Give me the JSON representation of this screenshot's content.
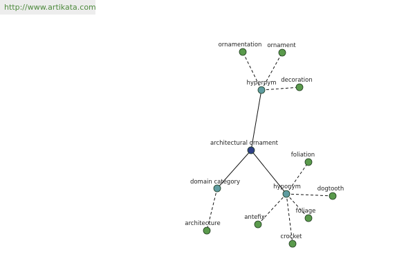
{
  "site": {
    "url": "http://www.artikata.com"
  },
  "graph": {
    "colors": {
      "center": "#2f3f86",
      "relation": "#5f9ca0",
      "leaf": "#5a9a4c",
      "edge": "#111111",
      "node_stroke": "#1e3a1e"
    },
    "nodes": [
      {
        "id": "architectural-ornament",
        "label": "architectural ornament",
        "kind": "center"
      },
      {
        "id": "hypernym",
        "label": "hypernym",
        "kind": "relation"
      },
      {
        "id": "domain-category",
        "label": "domain category",
        "kind": "relation"
      },
      {
        "id": "hyponym",
        "label": "hyponym",
        "kind": "relation"
      },
      {
        "id": "ornamentation",
        "label": "ornamentation",
        "kind": "leaf"
      },
      {
        "id": "ornament",
        "label": "ornament",
        "kind": "leaf"
      },
      {
        "id": "decoration",
        "label": "decoration",
        "kind": "leaf"
      },
      {
        "id": "architecture",
        "label": "architecture",
        "kind": "leaf"
      },
      {
        "id": "foliation",
        "label": "foliation",
        "kind": "leaf"
      },
      {
        "id": "dogtooth",
        "label": "dogtooth",
        "kind": "leaf"
      },
      {
        "id": "foliage",
        "label": "foliage",
        "kind": "leaf"
      },
      {
        "id": "crocket",
        "label": "crocket",
        "kind": "leaf"
      },
      {
        "id": "antefix",
        "label": "antefix",
        "kind": "leaf"
      }
    ],
    "edges": [
      {
        "from": "architectural-ornament",
        "to": "hypernym",
        "style": "solid"
      },
      {
        "from": "architectural-ornament",
        "to": "domain-category",
        "style": "solid"
      },
      {
        "from": "architectural-ornament",
        "to": "hyponym",
        "style": "solid"
      },
      {
        "from": "hypernym",
        "to": "ornamentation",
        "style": "dashed"
      },
      {
        "from": "hypernym",
        "to": "ornament",
        "style": "dashed"
      },
      {
        "from": "hypernym",
        "to": "decoration",
        "style": "dashed"
      },
      {
        "from": "domain-category",
        "to": "architecture",
        "style": "dashed"
      },
      {
        "from": "hyponym",
        "to": "foliation",
        "style": "dashed"
      },
      {
        "from": "hyponym",
        "to": "dogtooth",
        "style": "dashed"
      },
      {
        "from": "hyponym",
        "to": "foliage",
        "style": "dashed"
      },
      {
        "from": "hyponym",
        "to": "crocket",
        "style": "dashed"
      },
      {
        "from": "hyponym",
        "to": "antefix",
        "style": "dashed"
      }
    ]
  }
}
